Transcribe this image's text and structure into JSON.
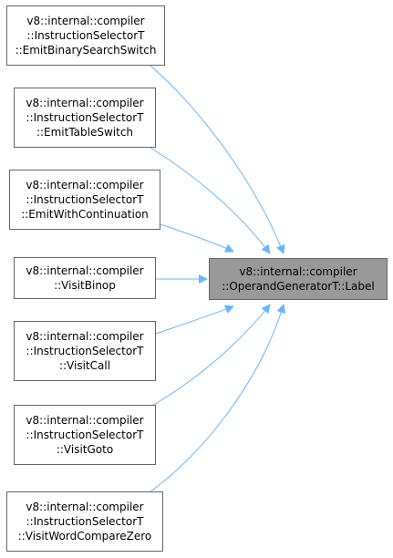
{
  "target": {
    "lines": [
      "v8::internal::compiler",
      "::OperandGeneratorT::Label"
    ]
  },
  "callers": [
    {
      "lines": [
        "v8::internal::compiler",
        "::InstructionSelectorT",
        "::EmitBinarySearchSwitch"
      ]
    },
    {
      "lines": [
        "v8::internal::compiler",
        "::InstructionSelectorT",
        "::EmitTableSwitch"
      ]
    },
    {
      "lines": [
        "v8::internal::compiler",
        "::InstructionSelectorT",
        "::EmitWithContinuation"
      ]
    },
    {
      "lines": [
        "v8::internal::compiler",
        "::VisitBinop"
      ]
    },
    {
      "lines": [
        "v8::internal::compiler",
        "::InstructionSelectorT",
        "::VisitCall"
      ]
    },
    {
      "lines": [
        "v8::internal::compiler",
        "::InstructionSelectorT",
        "::VisitGoto"
      ]
    },
    {
      "lines": [
        "v8::internal::compiler",
        "::InstructionSelectorT",
        "::VisitWordCompareZero"
      ]
    }
  ],
  "colors": {
    "edge": "#63b8ff",
    "node_border": "#666666",
    "target_fill": "#999999"
  }
}
